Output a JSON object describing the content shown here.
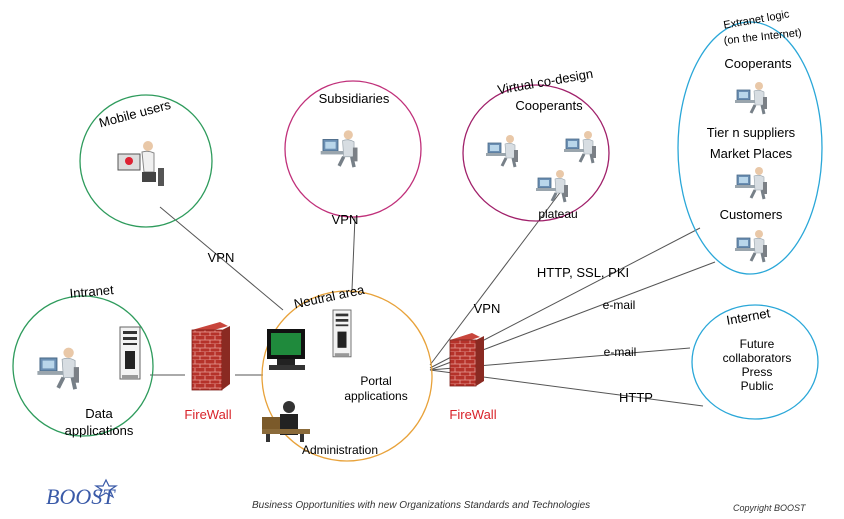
{
  "zones": {
    "mobile": {
      "title": "Mobile users"
    },
    "subsidiaries": {
      "title": "Subsidiaries"
    },
    "virtual": {
      "title": "Virtual co-design",
      "cooperants": "Cooperants",
      "plateau": "plateau"
    },
    "extranet": {
      "title_line1": "Extranet logic",
      "title_line2": "(on the Internet)",
      "cooperants": "Cooperants",
      "tier": "Tier n suppliers",
      "market": "Market Places",
      "customers": "Customers"
    },
    "intranet": {
      "title": "Intranet",
      "data_line1": "Data",
      "data_line2": "applications"
    },
    "neutral": {
      "title": "Neutral area",
      "portal_line1": "Portal",
      "portal_line2": "applications",
      "admin": "Administration"
    },
    "internet": {
      "title": "Internet",
      "line1": "Future",
      "line2": "collaborators",
      "line3": "Press",
      "line4": "Public"
    }
  },
  "links": {
    "vpn_mobile": "VPN",
    "vpn_subsidiaries": "VPN",
    "vpn_virtual": "VPN",
    "http_ssl_pki": "HTTP, SSL, PKI",
    "email_extranet": "e-mail",
    "email_internet": "e-mail",
    "http_internet": "HTTP"
  },
  "firewalls": {
    "left": "FireWall",
    "right": "FireWall"
  },
  "footer": {
    "logo": "BOOST",
    "tagline": "Business Opportunities with new Organizations Standards and Technologies",
    "copyright": "Copyright BOOST"
  },
  "colors": {
    "mobile": "#2e9b5c",
    "subsidiaries": "#c0307a",
    "virtual": "#a0206a",
    "extranet": "#2aa7d8",
    "intranet": "#2e9b5c",
    "neutral": "#e8a23a",
    "internet": "#2aa7d8",
    "firewall_label": "#d8232a",
    "logo": "#3a5aa8"
  },
  "icons": [
    "user-at-workstation-icon",
    "server-tower-icon",
    "firewall-brick-icon",
    "monitor-icon",
    "administrator-desk-icon",
    "boost-star-icon"
  ]
}
